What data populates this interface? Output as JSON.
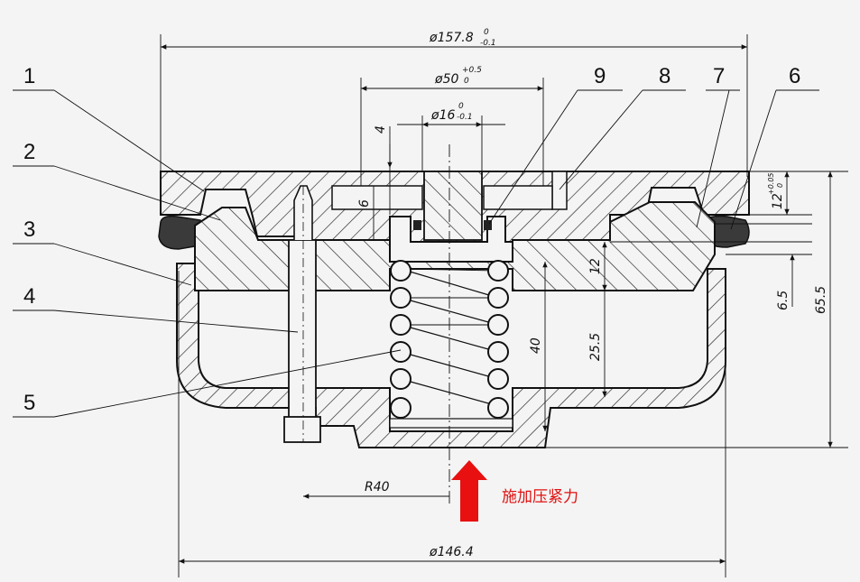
{
  "dimensions": {
    "outer_diameter": {
      "main": "ø157.8",
      "upper": "0",
      "lower": "-0.1"
    },
    "hub_diameter": {
      "main": "ø50",
      "upper": "+0.5",
      "lower": "0"
    },
    "shaft_diameter": {
      "main": "ø16",
      "upper": "0",
      "lower": "-0.1"
    },
    "body_diameter": "ø146.4",
    "radius": "R40",
    "groove_width": "4",
    "slot_depth": "6",
    "top_thickness": {
      "main": "12",
      "upper": "+0.05",
      "lower": "0"
    },
    "plate_thickness": "12",
    "spring_height": "40",
    "cavity_depth": "25.5",
    "lip_height": "6.5",
    "total_height": "65.5"
  },
  "part_labels": [
    "1",
    "2",
    "3",
    "4",
    "5",
    "9",
    "8",
    "7",
    "6"
  ],
  "annotation": {
    "text": "施加压紧力",
    "color": "#e81010"
  }
}
